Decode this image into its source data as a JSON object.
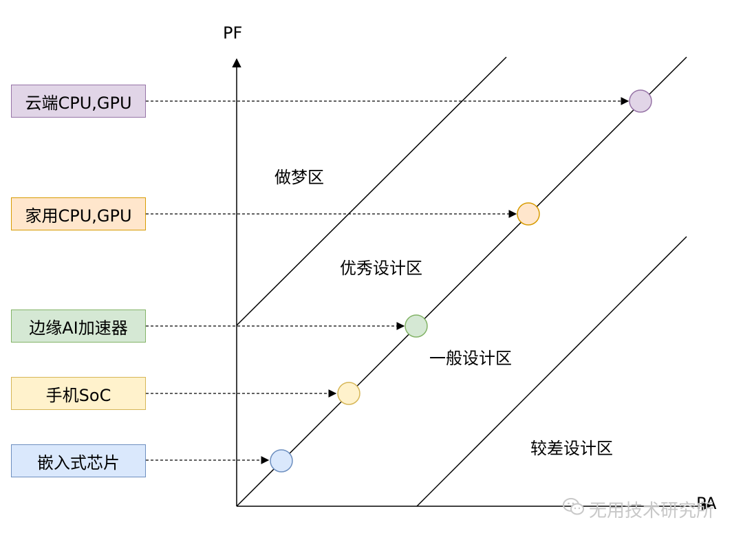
{
  "axes": {
    "y_label": "PF",
    "x_label": "PA"
  },
  "categories": [
    {
      "label": "云端CPU,GPU",
      "fill": "#e1d5e7",
      "stroke": "#9673a6"
    },
    {
      "label": "家用CPU,GPU",
      "fill": "#ffe6cc",
      "stroke": "#d79b00"
    },
    {
      "label": "边缘AI加速器",
      "fill": "#d5e8d4",
      "stroke": "#82b366"
    },
    {
      "label": "手机SoC",
      "fill": "#fff2cc",
      "stroke": "#d6b656"
    },
    {
      "label": "嵌入式芯片",
      "fill": "#dae8fc",
      "stroke": "#6c8ebf"
    }
  ],
  "zones": {
    "dream": "做梦区",
    "excellent": "优秀设计区",
    "normal": "一般设计区",
    "poor": "较差设计区"
  },
  "watermark": {
    "text": "无用技术研究所",
    "icon": "wechat-icon"
  }
}
